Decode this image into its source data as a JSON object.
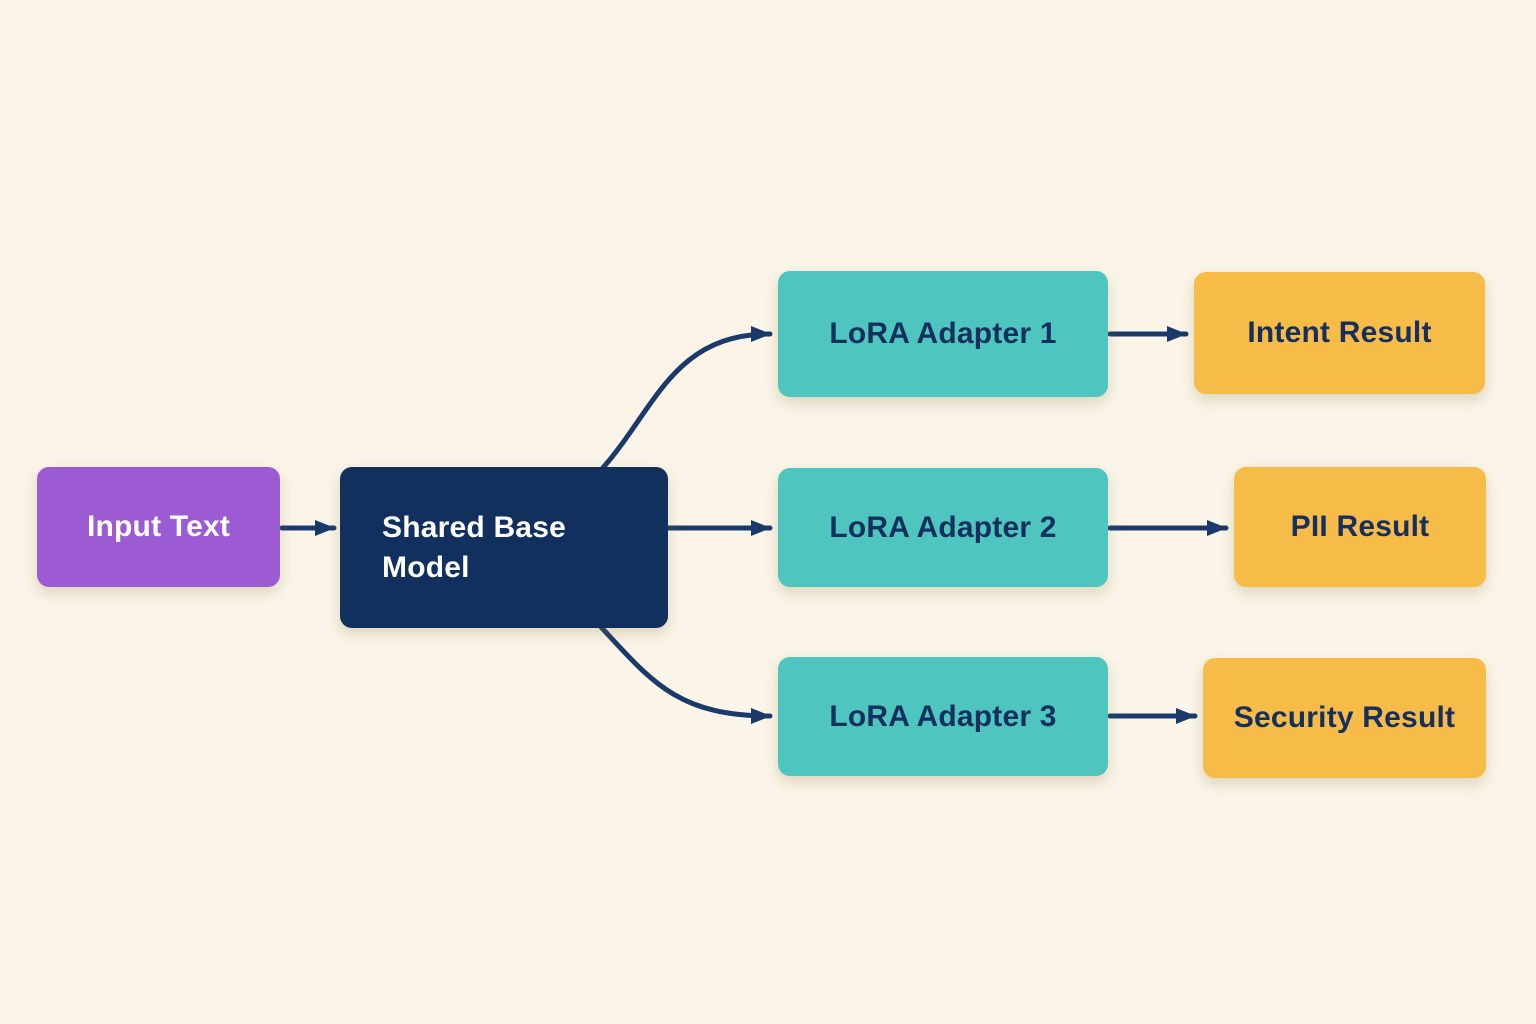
{
  "diagram": {
    "background_color": "#FAF5E8",
    "arrow_color": "#1B3A6B",
    "nodes": {
      "input_text": {
        "label": "Input Text",
        "fill": "#9C5BD2",
        "text_color": "#FFFFFF"
      },
      "shared_base_model": {
        "label": "Shared Base Model",
        "fill": "#12305E",
        "text_color": "#FFFFFF"
      },
      "lora_adapter_1": {
        "label": "LoRA Adapter 1",
        "fill": "#4EC5BE",
        "text_color": "#15305E"
      },
      "lora_adapter_2": {
        "label": "LoRA Adapter 2",
        "fill": "#4EC5BE",
        "text_color": "#15305E"
      },
      "lora_adapter_3": {
        "label": "LoRA Adapter 3",
        "fill": "#4EC5BE",
        "text_color": "#15305E"
      },
      "intent_result": {
        "label": "Intent Result",
        "fill": "#F7BB48",
        "text_color": "#15305E"
      },
      "pii_result": {
        "label": "PII Result",
        "fill": "#F7BB48",
        "text_color": "#15305E"
      },
      "security_result": {
        "label": "Security Result",
        "fill": "#F7BB48",
        "text_color": "#15305E"
      }
    },
    "edges": [
      {
        "from": "input_text",
        "to": "shared_base_model"
      },
      {
        "from": "shared_base_model",
        "to": "lora_adapter_1"
      },
      {
        "from": "shared_base_model",
        "to": "lora_adapter_2"
      },
      {
        "from": "shared_base_model",
        "to": "lora_adapter_3"
      },
      {
        "from": "lora_adapter_1",
        "to": "intent_result"
      },
      {
        "from": "lora_adapter_2",
        "to": "pii_result"
      },
      {
        "from": "lora_adapter_3",
        "to": "security_result"
      }
    ]
  }
}
